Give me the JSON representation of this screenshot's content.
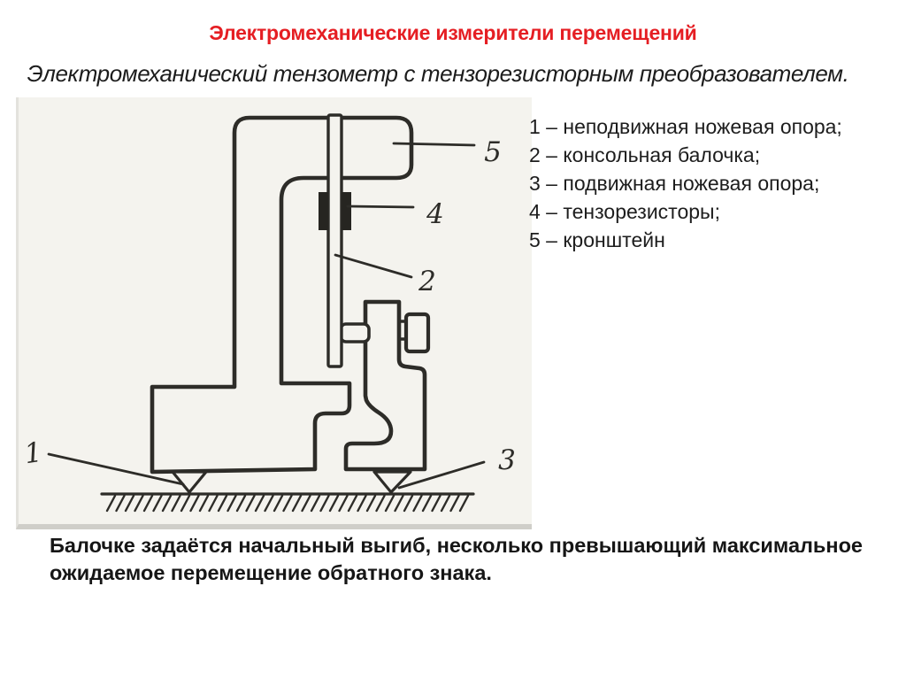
{
  "slide": {
    "title": "Электромеханические измерители перемещений",
    "subtitle": "Электромеханический тензометр с тензорезисторным преобразователем.",
    "note_lines": [
      "Балочке задаётся начальный выгиб, несколько превышающий максимальное",
      "ожидаемое перемещение обратного знака."
    ]
  },
  "legend": {
    "items": [
      "1 – неподвижная ножевая опора;",
      "2 – консольная балочка;",
      "3 – подвижная ножевая опора;",
      "4 – тензорезисторы;",
      "5 – кронштейн"
    ]
  },
  "figure": {
    "callouts": [
      "1",
      "2",
      "3",
      "4",
      "5"
    ]
  },
  "colors": {
    "title_red": "#e51e23",
    "body_text": "#1d1d1d",
    "drawing_ink": "#2d2c28",
    "scan_paper": "#f4f3ee"
  }
}
